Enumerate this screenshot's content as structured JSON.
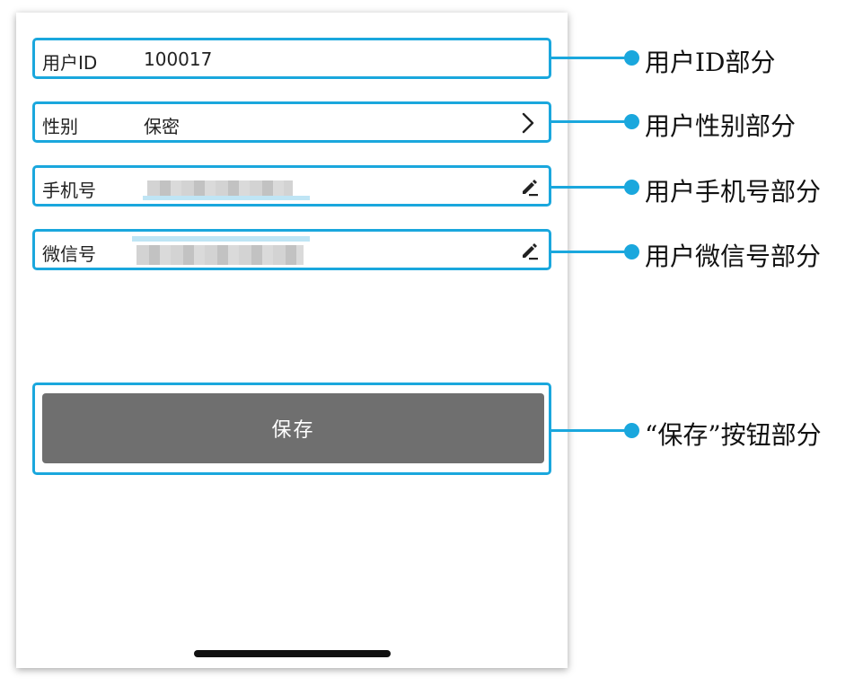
{
  "form": {
    "user_id": {
      "label": "用户ID",
      "value": "100017"
    },
    "gender": {
      "label": "性别",
      "value": "保密"
    },
    "phone": {
      "label": "手机号"
    },
    "wechat": {
      "label": "微信号"
    },
    "save_label": "保存"
  },
  "annotations": [
    "用户ID部分",
    "用户性别部分",
    "用户手机号部分",
    "用户微信号部分",
    "“保存”按钮部分"
  ],
  "colors": {
    "annotation_accent": "#1aa7dd",
    "save_button": "#6f6f6f",
    "save_text": "#ffffff"
  },
  "icons": {
    "gender_action": "chevron-right-icon",
    "phone_action": "edit-pencil-icon",
    "wechat_action": "edit-pencil-icon"
  }
}
